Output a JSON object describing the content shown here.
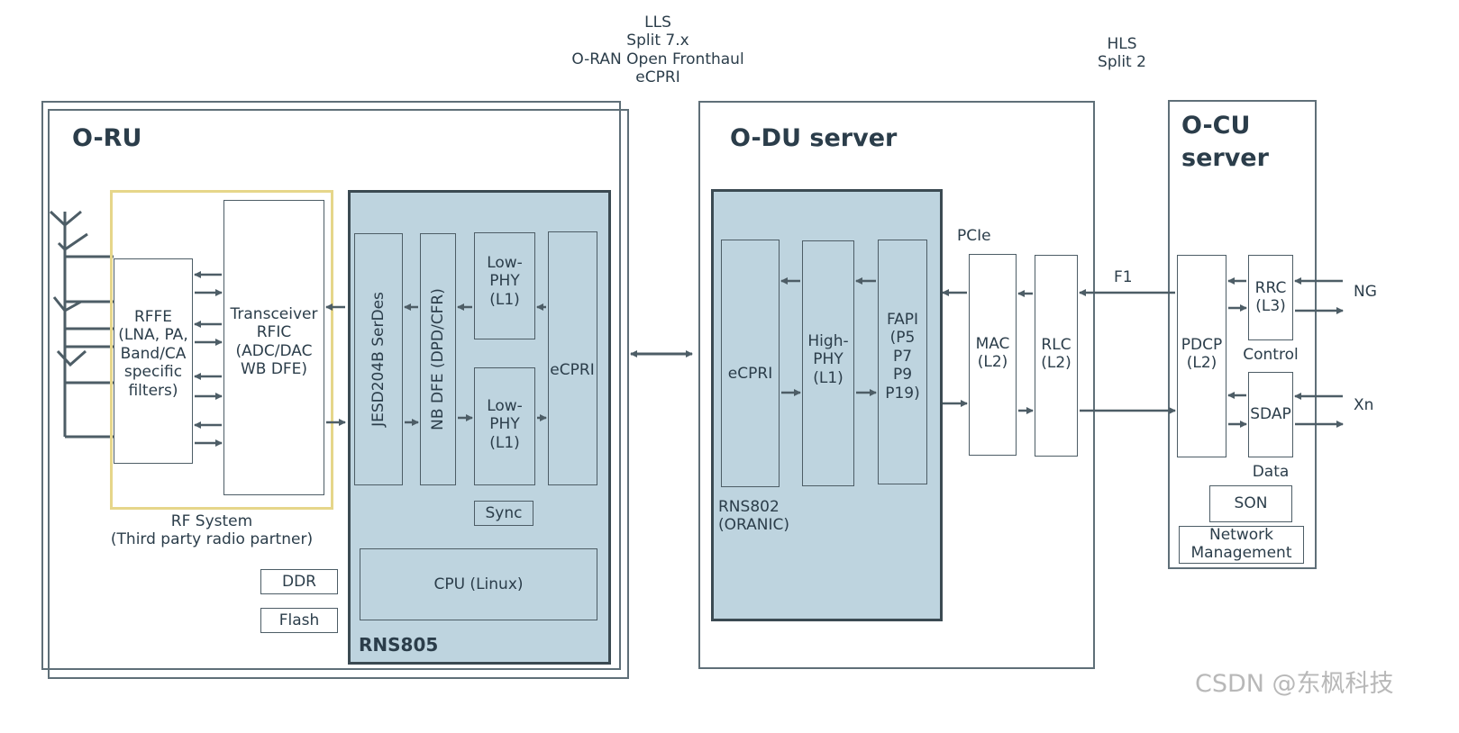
{
  "top_labels": {
    "lls": "LLS\nSplit 7.x\nO-RAN Open Fronthaul\neCPRI",
    "hls": "HLS\nSplit 2"
  },
  "oru": {
    "title": "O-RU",
    "rffe": "RFFE\n(LNA, PA,\nBand/CA\nspecific\nfilters)",
    "transceiver": "Transceiver\nRFIC\n(ADC/DAC\nWB DFE)",
    "rf_system": "RF System\n(Third party radio partner)",
    "ddr": "DDR",
    "flash": "Flash",
    "rns805": "RNS805",
    "jesd": "JESD204B SerDes",
    "nbdfe": "NB DFE  (DPD/CFR)",
    "lowphy1": "Low-\nPHY\n(L1)",
    "lowphy2": "Low-\nPHY\n(L1)",
    "ecpri": "eCPRI",
    "sync": "Sync",
    "cpu": "CPU (Linux)"
  },
  "odu": {
    "title": "O-DU server",
    "ecpri": "eCPRI",
    "highphy": "High-\nPHY\n(L1)",
    "fapi": "FAPI\n(P5\nP7\nP9\nP19)",
    "rns802": "RNS802\n(ORANIC)",
    "pcie": "PCIe",
    "mac": "MAC\n(L2)",
    "rlc": "RLC\n(L2)"
  },
  "f1": "F1",
  "ocu": {
    "title": "O-CU\nserver",
    "pdcp": "PDCP\n(L2)",
    "rrc": "RRC\n(L3)",
    "control": "Control",
    "sdap": "SDAP",
    "data": "Data",
    "son": "SON",
    "netmgmt": "Network\nManagement",
    "ng": "NG",
    "xn": "Xn"
  },
  "watermark": "CSDN @东枫科技",
  "colors": {
    "block_fill": "#bed4df",
    "rf_outline": "#e6d68a",
    "line": "#4d5d66"
  }
}
